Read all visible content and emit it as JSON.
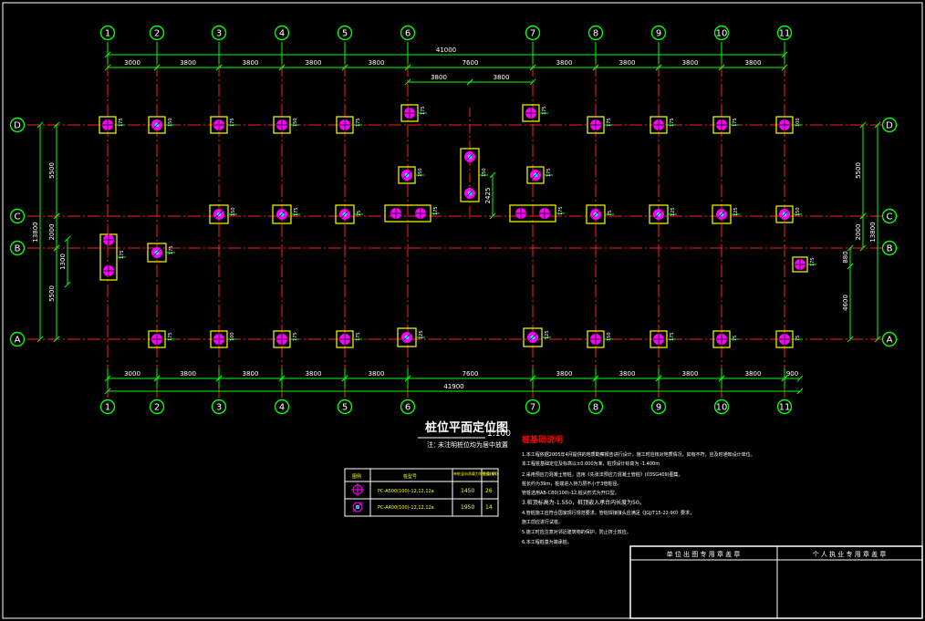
{
  "colors": {
    "background": "#000000",
    "frame": "#ffffff",
    "axis_line": "#ff2020",
    "dim_line": "#00ff00",
    "bubble": "#00ff00",
    "text_white": "#ffffff",
    "text_yellow": "#ffff00",
    "cap_border": "#ffff00",
    "pile_fill": "#ff00ff",
    "pile_center": "#00ffff",
    "note_title": "#ff0000",
    "table_header": "#ffff00",
    "table_text": "#ffff00"
  },
  "axes": {
    "columns": [
      "1",
      "2",
      "3",
      "4",
      "5",
      "6",
      "7",
      "8",
      "9",
      "10",
      "11"
    ],
    "rows": [
      "D",
      "C",
      "B",
      "A"
    ]
  },
  "dimensions": {
    "top_overall": "41000",
    "top_spans": [
      "3000",
      "3800",
      "3800",
      "3800",
      "3800",
      "7600",
      "3800",
      "3800",
      "3800",
      "3800"
    ],
    "top_inner": [
      "3800",
      "3800"
    ],
    "bottom_overall": "41900",
    "bottom_spans": [
      "3000",
      "3800",
      "3800",
      "3800",
      "3800",
      "7600",
      "3800",
      "3800",
      "3800",
      "3800",
      "900"
    ],
    "left_outer": "13800",
    "left_segments": [
      "5500",
      "2000",
      "5500"
    ],
    "left_inner": "1300",
    "right_outer": "13800",
    "right_segments": [
      "5500",
      "2000"
    ],
    "right_inner": [
      "880",
      "4600"
    ],
    "center_vertical": "2425"
  },
  "cap_labels": [
    "175",
    "150",
    "175",
    "150",
    "175",
    "175",
    "175",
    "175",
    "100",
    "175",
    "175",
    "150",
    "175",
    "75",
    "75",
    "125",
    "125",
    "150",
    "175"
  ],
  "drawing": {
    "title": "桩位平面定位图",
    "scale": "1:100",
    "note_prefix": "注：",
    "note_text": "未注明桩位均为居中放置"
  },
  "pile_table": {
    "headers": [
      "图例",
      "桩型号",
      "单桩竖向承载力特征值(KN)",
      "数量(根)"
    ],
    "rows": [
      {
        "code": "PC-A500(100)-12,12,12a",
        "capacity": "1450",
        "count": "26"
      },
      {
        "code": "PC-A400(100)-12,12,12a",
        "capacity": "1950",
        "count": "14"
      }
    ]
  },
  "notes": {
    "title": "桩基础说明",
    "items": [
      "1.本工程依据2005年4月提供的地质勘察报告进行设计，施工时应核对地质情况，如有不符，应及时通知设计单位。",
      "   本工程桩基础定位及标高以±0.000为准，桩顶设计标高为  -1.400m",
      "2.采用预应力混凝土管桩，选用《先张法预应力混凝土管桩》(03SG409)图集，",
      "   桩长约为39m，桩端进入持力层不小于3倍桩径。",
      "   管桩选用AB-C80(100)-12,桩尖形式为开口型。",
      "3.桩顶标高为-1.550，桩顶嵌入承台内长度为50。",
      "4.管桩施工应符合国家现行规范要求，管桩焊接接头应满足《JGJ/T15-22-90》要求，",
      "   施工前应进行试桩。",
      "5.施工时应注意对邻近建筑物的保护，防止挤土效应。",
      "6.本工程桩基为端承桩。"
    ]
  },
  "title_block": {
    "left_header": "单 位 出 图 专 用 章 盖 章",
    "right_header": "个 人 执 业 专 用 章 盖 章"
  }
}
